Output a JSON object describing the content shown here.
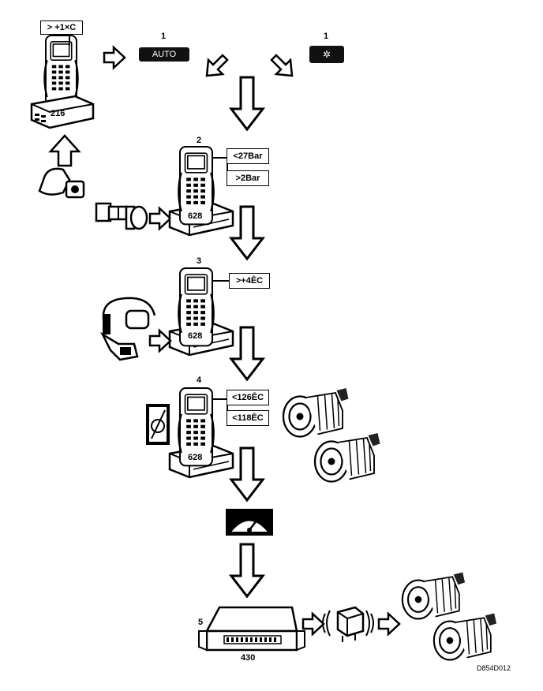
{
  "steps": {
    "s1a": "1",
    "s1b": "1",
    "s2": "2",
    "s3": "3",
    "s4": "4",
    "s5": "5"
  },
  "badges": {
    "auto": "AUTO",
    "fan_icon": "fan-icon"
  },
  "thresholds": {
    "top": "> +1×C",
    "step2_a": "<27Bar",
    "step2_b": ">2Bar",
    "step3": ">+4ĒC",
    "step4_a": "<126ĒC",
    "step4_b": "<118ĒC"
  },
  "device_numbers": {
    "d216": "216",
    "d628a": "628",
    "d628b": "628",
    "d628c": "628",
    "d430": "430"
  },
  "figure_code": "D854D012"
}
